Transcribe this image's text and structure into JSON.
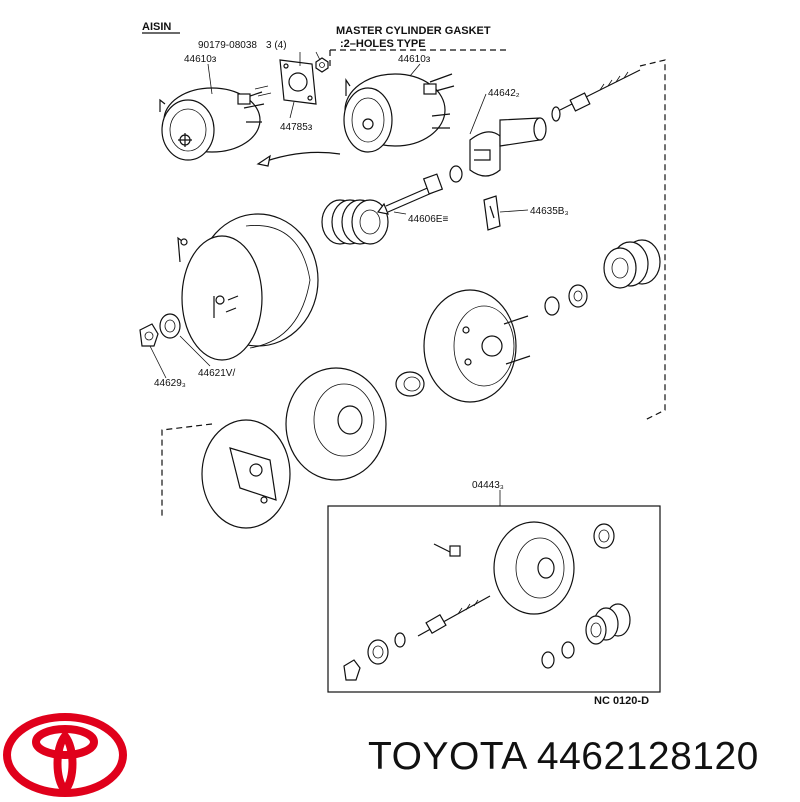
{
  "diagram": {
    "maker": "AISIN",
    "title_line1": "MASTER CYLINDER GASKET",
    "title_line2": ":2–HOLES TYPE",
    "drawing_code": "NC 0120-D",
    "labels": {
      "p90179": "90179-08038",
      "qty": "3 (4)",
      "p44610a": "44610з",
      "p44610b": "44610з",
      "p44785": "44785з",
      "p44642": "44642₂",
      "p44606": "44606E≡",
      "p44635": "44635B₃",
      "p44621": "44621V/",
      "p44629": "44629₃",
      "p04443": "04443₃"
    }
  },
  "brand": {
    "name": "TOYOTA",
    "part_number": "4462128120",
    "caption": "TOYOTA 4462128120",
    "logo_color": "#e0001b"
  }
}
